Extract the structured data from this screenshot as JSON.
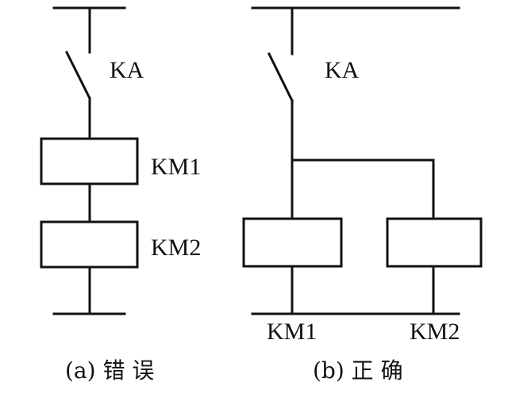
{
  "diagram_a": {
    "switch_label": "KA",
    "coil1_label": "KM1",
    "coil2_label": "KM2",
    "caption": "(a) 错 误"
  },
  "diagram_b": {
    "switch_label": "KA",
    "coil1_label": "KM1",
    "coil2_label": "KM2",
    "caption": "(b) 正 确"
  }
}
